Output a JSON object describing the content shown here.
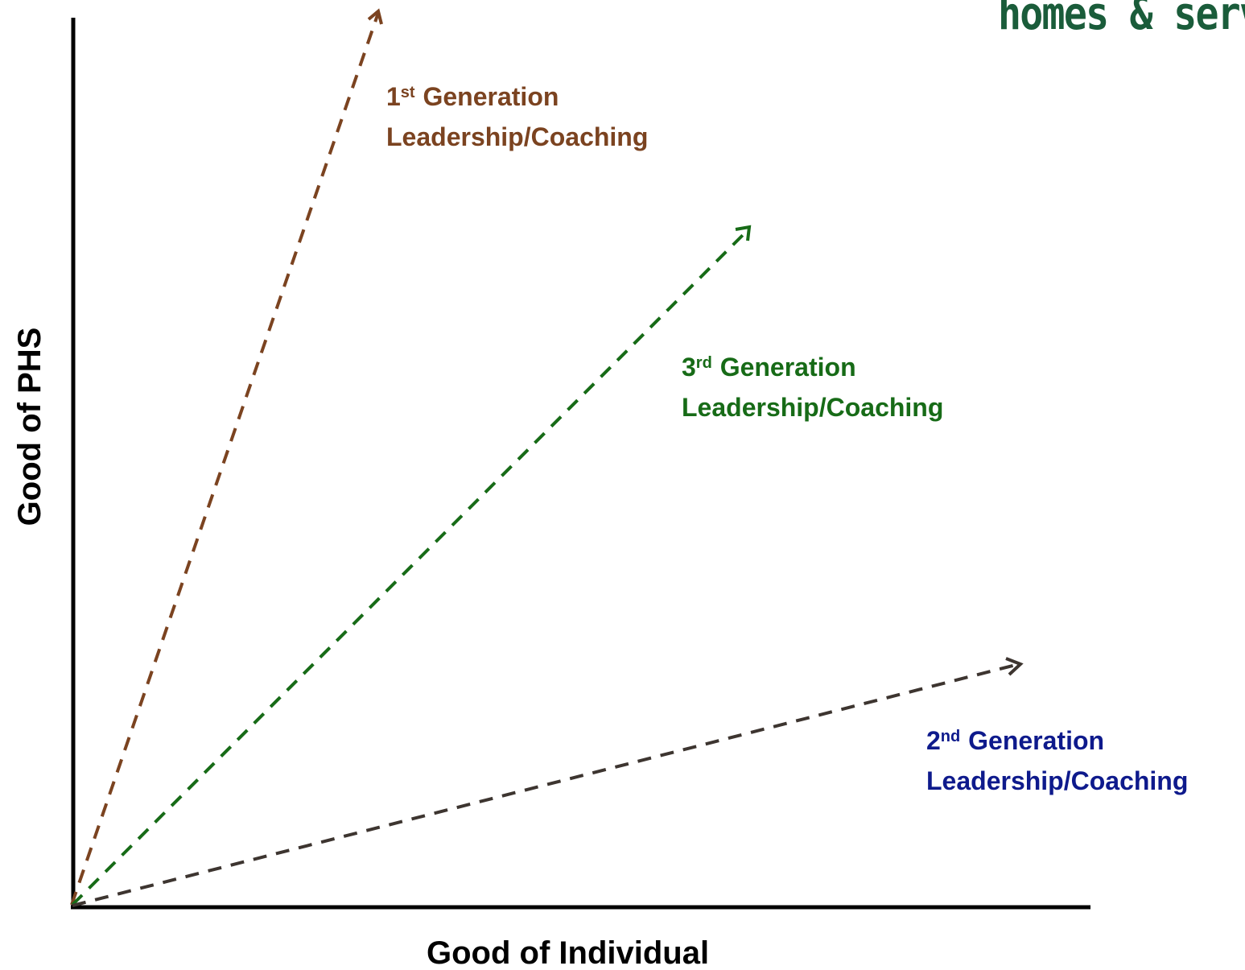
{
  "logo": {
    "text": "homes & serv",
    "color": "#1a5c3a"
  },
  "axes": {
    "x_label": "Good of Individual",
    "y_label": "Good of PHS",
    "color": "#000000"
  },
  "arrows": [
    {
      "id": "first",
      "ordinal_number": "1",
      "ordinal_suffix": "st",
      "line1_rest": "Generation",
      "line2": "Leadership/Coaching",
      "arrow_color": "#7b4320",
      "label_color": "#7b4320"
    },
    {
      "id": "third",
      "ordinal_number": "3",
      "ordinal_suffix": "rd",
      "line1_rest": "Generation",
      "line2": "Leadership/Coaching",
      "arrow_color": "#176b17",
      "label_color": "#176b17"
    },
    {
      "id": "second",
      "ordinal_number": "2",
      "ordinal_suffix": "nd",
      "line1_rest": "Generation",
      "line2": "Leadership/Coaching",
      "arrow_color": "#3d3530",
      "label_color": "#0e1a8c"
    }
  ]
}
